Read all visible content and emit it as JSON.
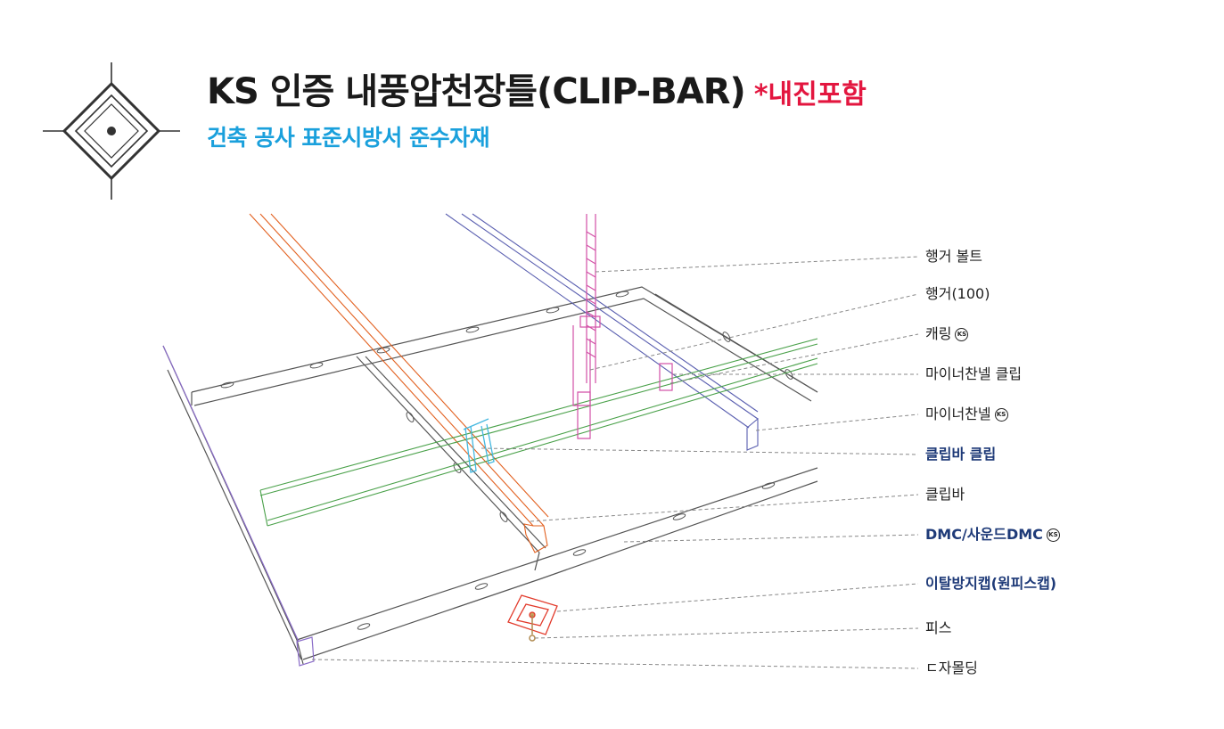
{
  "header": {
    "title": "KS 인증 내풍압천장틀(CLIP-BAR)",
    "title_note": "*내진포함",
    "subtitle": "건축 공사 표준시방서 준수자재"
  },
  "colors": {
    "title": "#1a1a1a",
    "note": "#e3163f",
    "subtitle": "#1aa0dc",
    "highlight_label": "#1e3a78",
    "clip_bar": "#e2601f",
    "carrying": "#5a5fb0",
    "minor_channel": "#4aa14a",
    "hanger": "#d24fa6",
    "clip": "#45b8e0",
    "cap": "#e23a2b",
    "molding": "#8a6cc8"
  },
  "labels": [
    {
      "text": "행거 볼트",
      "highlight": false,
      "ks_icon": false
    },
    {
      "text": "행거(100)",
      "highlight": false,
      "ks_icon": false
    },
    {
      "text": "캐링",
      "highlight": false,
      "ks_icon": true
    },
    {
      "text": "마이너찬넬 클립",
      "highlight": false,
      "ks_icon": false
    },
    {
      "text": "마이너찬넬",
      "highlight": false,
      "ks_icon": true
    },
    {
      "text": "클립바 클립",
      "highlight": true,
      "ks_icon": false
    },
    {
      "text": "클립바",
      "highlight": false,
      "ks_icon": false
    },
    {
      "text": "DMC/사운드DMC",
      "highlight": true,
      "ks_icon": true
    },
    {
      "text": "이탈방지캡(원피스캡)",
      "highlight": true,
      "ks_icon": false
    },
    {
      "text": "피스",
      "highlight": false,
      "ks_icon": false
    },
    {
      "text": "ㄷ자몰딩",
      "highlight": false,
      "ks_icon": false
    }
  ],
  "ks_icon_text": "KS"
}
